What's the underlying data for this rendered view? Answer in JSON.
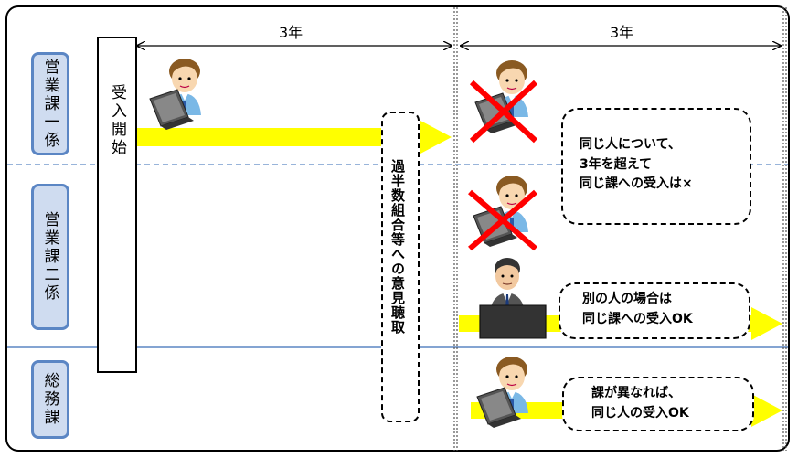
{
  "periods": {
    "first_label": "3年",
    "second_label": "3年"
  },
  "departments": [
    {
      "label": "営業課一係"
    },
    {
      "label": "営業課二係"
    },
    {
      "label": "総務課"
    }
  ],
  "start_box": {
    "label": "受入開始"
  },
  "hearing_box": {
    "label": "過半数組合等への意見聴取"
  },
  "notes": {
    "same_person": [
      "同じ人について、",
      "3年を超えて",
      "同じ課への受入は×"
    ],
    "other_person": [
      "別の人の場合は",
      "同じ課への受入OK"
    ],
    "other_dept": [
      "課が異なれば、",
      "同じ人の受入OK"
    ]
  },
  "colors": {
    "arrow_fill": "#ffff00",
    "dept_border": "#5b86c4",
    "dept_fill": "#cfdcf0",
    "divider": "#5b86c4",
    "cross": "#ff0000"
  },
  "icons": [
    "worker-icon",
    "businessman-icon",
    "cross-mark-icon",
    "laptop-icon"
  ]
}
